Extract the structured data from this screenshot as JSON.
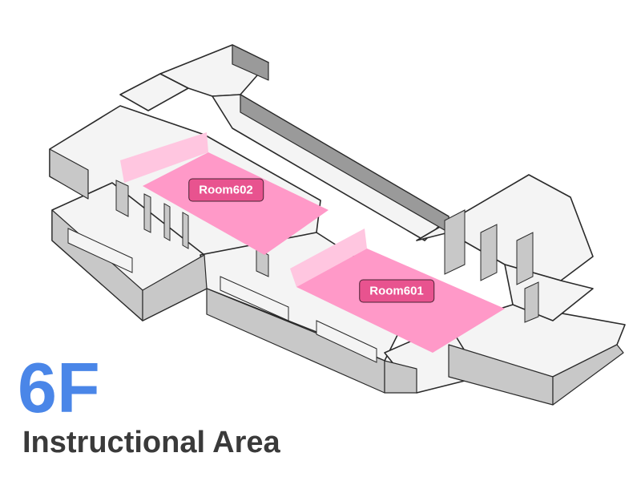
{
  "floor": {
    "number": "6F",
    "area_name": "Instructional Area"
  },
  "rooms": [
    {
      "id": "room602",
      "label": "Room602"
    },
    {
      "id": "room601",
      "label": "Room601"
    }
  ],
  "colors": {
    "floor_number": "#4a86e8",
    "area_name": "#3a3a3a",
    "room_highlight": "#ff99c8",
    "room_highlight_light": "#ffc6e0",
    "room_label_bg": "#e8538f",
    "wall_top": "#f4f4f4",
    "wall_side": "#c8c8c8",
    "wall_dark": "#9a9a9a",
    "outline": "#2a2a2a"
  }
}
